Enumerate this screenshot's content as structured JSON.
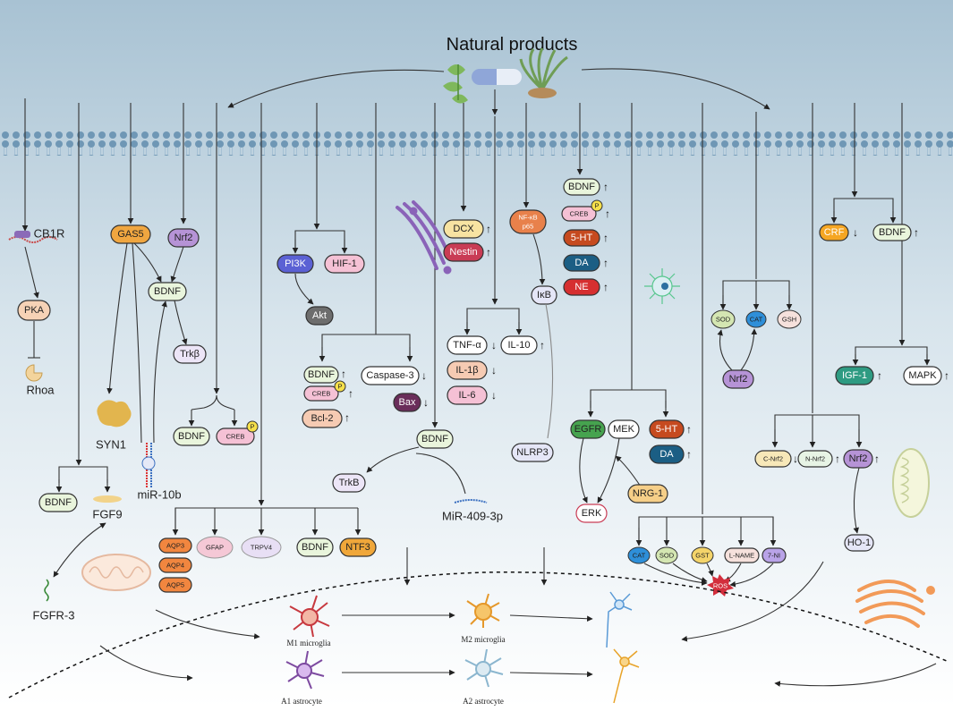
{
  "title": "Natural products",
  "labels": {
    "cb1r": "CB1R",
    "pka": "PKA",
    "rhoa": "Rhoa",
    "gas5": "GAS5",
    "nrf2_a": "Nrf2",
    "bdnf_a": "BDNF",
    "trkb_a": "Trkβ",
    "syn1": "SYN1",
    "mir10b": "miR-10b",
    "bdnf_b": "BDNF",
    "creb_b": "CREB",
    "p": "P",
    "bdnf_c": "BDNF",
    "fgf9": "FGF9",
    "fgfr3": "FGFR-3",
    "pi3k": "PI3K",
    "hif1": "HIF-1",
    "akt": "Akt",
    "bdnf_d": "BDNF",
    "creb_d": "CREB",
    "bcl2": "Bcl-2",
    "caspase3": "Caspase-3",
    "bax": "Bax",
    "bdnf_e": "BDNF",
    "trkb_e": "TrkB",
    "mir409": "MiR-409-3p",
    "aqp3": "AQP3",
    "aqp4": "AQP4",
    "aqp5": "AQP5",
    "gfap": "GFAP",
    "trpv4": "TRPV4",
    "bdnf_f": "BDNF",
    "ntf3": "NTF3",
    "dcx": "DCX",
    "nestin": "Nestin",
    "tnfa": "TNF-α",
    "il10": "IL-10",
    "il1b": "IL-1β",
    "il6": "IL-6",
    "nfkb": "NF-κB",
    "p65": "p65",
    "ikb": "IκB",
    "nlrp3": "NLRP3",
    "bdnf_g": "BDNF",
    "creb_g": "CREB",
    "ht5_g": "5-HT",
    "da_g": "DA",
    "ne_g": "NE",
    "egfr": "EGFR",
    "mek": "MEK",
    "ht5_h": "5-HT",
    "da_h": "DA",
    "nrg1": "NRG-1",
    "erk": "ERK",
    "cat_i": "CAT",
    "sod_i": "SOD",
    "gst": "GST",
    "lname": "L-NAME",
    "ni7": "7-NI",
    "ros": "ROS",
    "sod_j": "SOD",
    "cat_j": "CAT",
    "gsh": "GSH",
    "nrf2_j": "Nrf2",
    "crf": "CRF",
    "bdnf_k": "BDNF",
    "igf1": "IGF-1",
    "mapk": "MAPK",
    "cnrf2": "C-Nrf2",
    "nnrf2": "N-Nrf2",
    "nrf2_l": "Nrf2",
    "ho1": "HO-1",
    "m1": "M1 microglia",
    "m2": "M2 microglia",
    "a1": "A1 astrocyte",
    "a2": "A2 astrocyte"
  },
  "arrows": {
    "up": "↑",
    "down": "↓"
  },
  "colors": {
    "background_top": "#a9c3d4",
    "background_bottom": "#ffffff",
    "gas5": "#f0a640",
    "nrf2": "#b693d6",
    "bdnf": "#e9f5dc",
    "pka": "#f6d2b6",
    "pi3k": "#5b61d4",
    "hif1": "#f5c1d5",
    "akt": "#6d6d6d",
    "bax": "#6a2d5a",
    "dcx": "#f7e3a2",
    "nestin": "#c93c55",
    "il": "#f6cbb3",
    "nfkb": "#e8814b",
    "ht5": "#c64a1f",
    "da": "#1b5e84",
    "ne": "#d62f30",
    "egfr": "#46a34f",
    "cat": "#2e8fd9",
    "sod": "#d4e6b2",
    "gst": "#f4d46a",
    "ni7": "#b9a3e8",
    "crf": "#f5a623",
    "igf1": "#2e9b82",
    "ros": "#d32e3c",
    "aqp": "#f1863f",
    "ntf3": "#f0a73a"
  },
  "icons": [
    "plant-icon",
    "capsule-icon",
    "herb-icon",
    "membrane-icon",
    "golgi-icon",
    "mitochondrion-icon",
    "neuron-icon",
    "microglia-icon",
    "astrocyte-icon",
    "bacterium-icon"
  ]
}
